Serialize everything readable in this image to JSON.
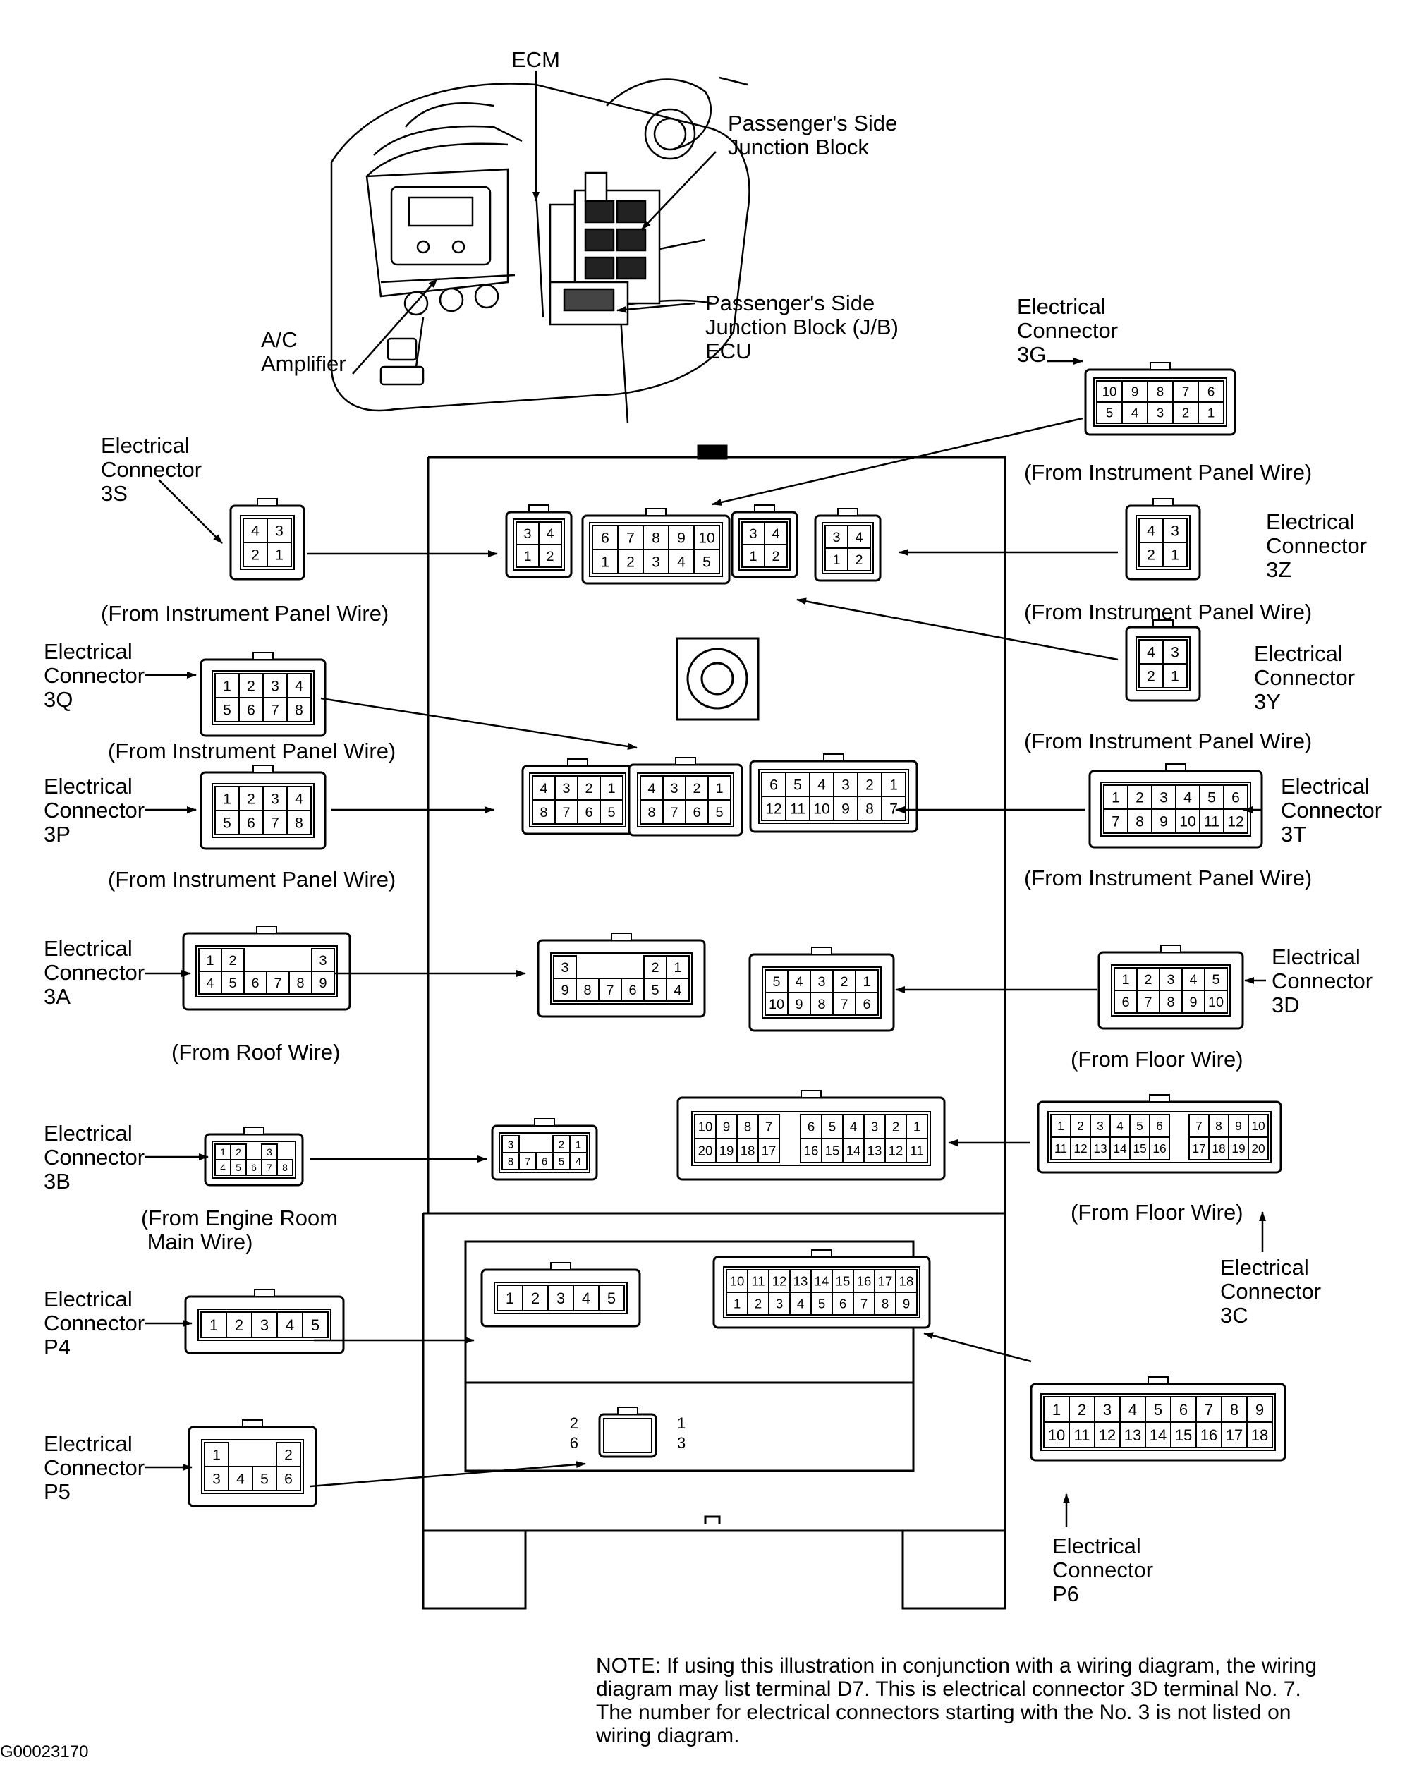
{
  "labels": {
    "ecm": "ECM",
    "psjb": "Passenger's Side\nJunction Block",
    "psjb_ecu": "Passenger's Side\nJunction Block (J/B)\nECU",
    "ac_amp": "A/C\nAmplifier",
    "c3g": "Electrical\nConnector\n3G",
    "c3s": "Electrical\nConnector\n3S",
    "c3z": "Electrical\nConnector\n3Z",
    "c3y": "Electrical\nConnector\n3Y",
    "c3q": "Electrical\nConnector\n3Q",
    "c3p": "Electrical\nConnector\n3P",
    "c3t": "Electrical\nConnector\n3T",
    "c3a": "Electrical\nConnector\n3A",
    "c3d": "Electrical\nConnector\n3D",
    "c3b": "Electrical\nConnector\n3B",
    "c3c": "Electrical\nConnector\n3C",
    "cp4": "Electrical\nConnector\nP4",
    "cp5": "Electrical\nConnector\nP5",
    "cp6": "Electrical\nConnector\nP6",
    "src_3g": "(From Instrument Panel Wire)",
    "src_3s": "(From Instrument Panel Wire)",
    "src_3z": "(From Instrument Panel Wire)",
    "src_3q": "(From Instrument Panel Wire)",
    "src_3y": "(From Instrument Panel Wire)",
    "src_3p": "(From Instrument Panel Wire)",
    "src_3t": "(From Instrument Panel Wire)",
    "src_3a": "(From Roof Wire)",
    "src_3d": "(From Floor Wire)",
    "src_3b": "(From Engine Room\n Main Wire)",
    "src_3c": "(From Floor Wire)",
    "note": "NOTE: If using this illustration in conjunction with a wiring diagram, the wiring diagram may list terminal D7. This is electrical connector 3D terminal No. 7. The number for electrical connectors starting with the No. 3 is not listed on wiring diagram.",
    "figure_id": "G00023170"
  },
  "connectors": {
    "c3g": {
      "rows": [
        [
          "10",
          "9",
          "8",
          "7",
          "6"
        ],
        [
          "5",
          "4",
          "3",
          "2",
          "1"
        ]
      ]
    },
    "c3s": {
      "rows": [
        [
          "4",
          "3"
        ],
        [
          "2",
          "1"
        ]
      ]
    },
    "c3z": {
      "rows": [
        [
          "4",
          "3"
        ],
        [
          "2",
          "1"
        ]
      ]
    },
    "c3y": {
      "rows": [
        [
          "4",
          "3"
        ],
        [
          "2",
          "1"
        ]
      ]
    },
    "c3q": {
      "rows": [
        [
          "1",
          "2",
          "3",
          "4"
        ],
        [
          "5",
          "6",
          "7",
          "8"
        ]
      ]
    },
    "c3p": {
      "rows": [
        [
          "1",
          "2",
          "3",
          "4"
        ],
        [
          "5",
          "6",
          "7",
          "8"
        ]
      ]
    },
    "c3t": {
      "rows": [
        [
          "1",
          "2",
          "3",
          "4",
          "5",
          "6"
        ],
        [
          "7",
          "8",
          "9",
          "10",
          "11",
          "12"
        ]
      ]
    },
    "c3a": {
      "rows": [
        [
          "1",
          "2",
          "",
          "",
          "",
          "3"
        ],
        [
          "4",
          "5",
          "6",
          "7",
          "8",
          "9"
        ]
      ]
    },
    "c3d": {
      "rows": [
        [
          "1",
          "2",
          "3",
          "4",
          "5"
        ],
        [
          "6",
          "7",
          "8",
          "9",
          "10"
        ]
      ]
    },
    "c3b": {
      "rows": [
        [
          "1",
          "2",
          "",
          "3"
        ],
        [
          "4",
          "5",
          "6",
          "7",
          "8"
        ]
      ]
    },
    "c3c": {
      "rows": [
        [
          "1",
          "2",
          "3",
          "4",
          "5",
          "6",
          "",
          "7",
          "8",
          "9",
          "10"
        ],
        [
          "11",
          "12",
          "13",
          "14",
          "15",
          "16",
          "",
          "17",
          "18",
          "19",
          "20"
        ]
      ]
    },
    "cp4": {
      "rows": [
        [
          "1",
          "2",
          "3",
          "4",
          "5"
        ]
      ]
    },
    "cp5": {
      "rows": [
        [
          "1",
          "",
          "",
          "2"
        ],
        [
          "3",
          "4",
          "5",
          "6"
        ]
      ]
    },
    "cp6": {
      "rows": [
        [
          "1",
          "2",
          "3",
          "4",
          "5",
          "6",
          "7",
          "8",
          "9"
        ],
        [
          "10",
          "11",
          "12",
          "13",
          "14",
          "15",
          "16",
          "17",
          "18"
        ]
      ]
    },
    "jb_3g": {
      "rows": [
        [
          "6",
          "7",
          "8",
          "9",
          "10"
        ],
        [
          "1",
          "2",
          "3",
          "4",
          "5"
        ]
      ]
    },
    "jb_3s": {
      "rows": [
        [
          "3",
          "4"
        ],
        [
          "1",
          "2"
        ]
      ]
    },
    "jb_3y": {
      "rows": [
        [
          "3",
          "4"
        ],
        [
          "1",
          "2"
        ]
      ]
    },
    "jb_3z": {
      "rows": [
        [
          "3",
          "4"
        ],
        [
          "1",
          "2"
        ]
      ]
    },
    "jb_3p": {
      "rows": [
        [
          "4",
          "3",
          "2",
          "1"
        ],
        [
          "8",
          "7",
          "6",
          "5"
        ]
      ]
    },
    "jb_3q": {
      "rows": [
        [
          "4",
          "3",
          "2",
          "1"
        ],
        [
          "8",
          "7",
          "6",
          "5"
        ]
      ]
    },
    "jb_3t": {
      "rows": [
        [
          "6",
          "5",
          "4",
          "3",
          "2",
          "1"
        ],
        [
          "12",
          "11",
          "10",
          "9",
          "8",
          "7"
        ]
      ]
    },
    "jb_3a": {
      "rows": [
        [
          "3",
          "",
          "",
          "",
          "2",
          "1"
        ],
        [
          "9",
          "8",
          "7",
          "6",
          "5",
          "4"
        ]
      ]
    },
    "jb_3d": {
      "rows": [
        [
          "5",
          "4",
          "3",
          "2",
          "1"
        ],
        [
          "10",
          "9",
          "8",
          "7",
          "6"
        ]
      ]
    },
    "jb_3b": {
      "rows": [
        [
          "3",
          "",
          "",
          "2",
          "1"
        ],
        [
          "8",
          "7",
          "6",
          "5",
          "4"
        ]
      ]
    },
    "jb_3c": {
      "rows": [
        [
          "10",
          "9",
          "8",
          "7",
          "",
          "6",
          "5",
          "4",
          "3",
          "2",
          "1"
        ],
        [
          "20",
          "19",
          "18",
          "17",
          "",
          "16",
          "15",
          "14",
          "13",
          "12",
          "11"
        ]
      ]
    },
    "jb_p4": {
      "rows": [
        [
          "1",
          "2",
          "3",
          "4",
          "5"
        ]
      ]
    },
    "jb_p6": {
      "rows": [
        [
          "10",
          "11",
          "12",
          "13",
          "14",
          "15",
          "16",
          "17",
          "18"
        ],
        [
          "1",
          "2",
          "3",
          "4",
          "5",
          "6",
          "7",
          "8",
          "9"
        ]
      ]
    },
    "jb_p5": {
      "rows": [
        [
          "",
          "",
          ""
        ],
        [
          "",
          "",
          ""
        ]
      ],
      "pins": [
        "2",
        "1",
        "6",
        "3"
      ]
    }
  }
}
